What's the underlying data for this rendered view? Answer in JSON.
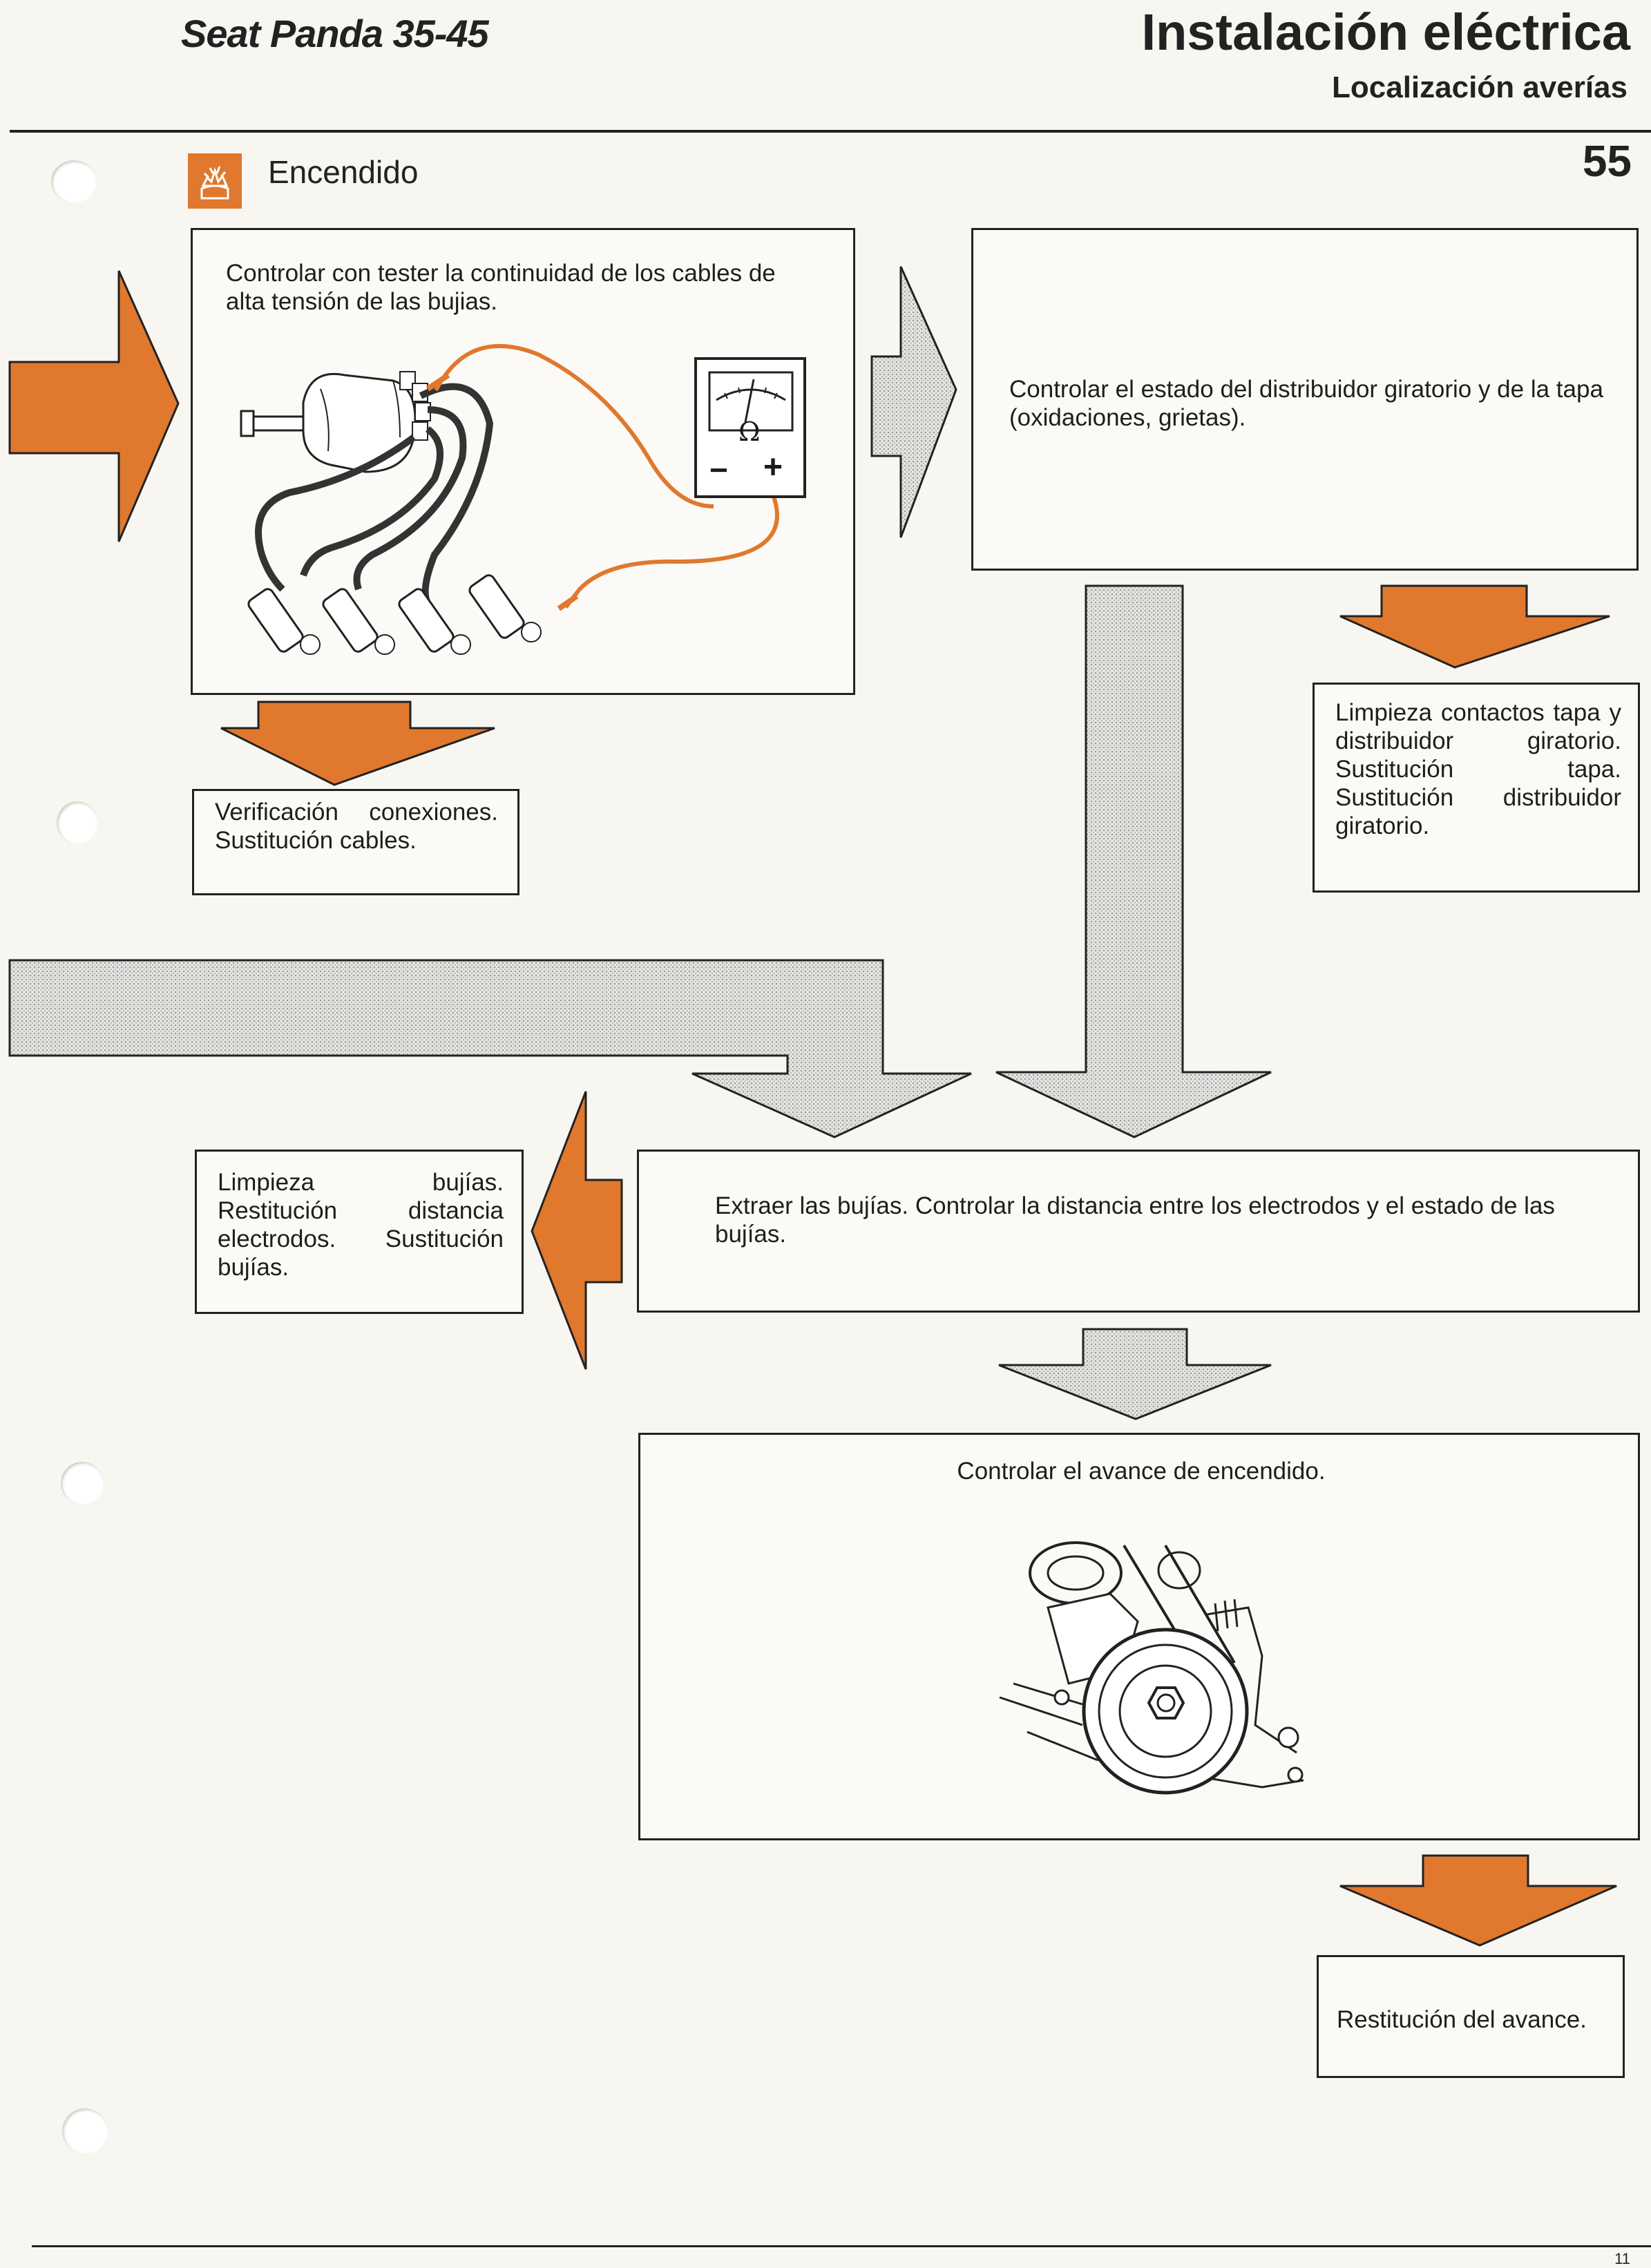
{
  "header": {
    "model": "Seat Panda 35-45",
    "title": "Instalación eléctrica",
    "subtitle": "Localización averías",
    "page_number": "55"
  },
  "section": {
    "title": "Encendido",
    "icon": "ignition-spark-icon"
  },
  "steps": {
    "check_cables": "Controlar con tester la continuidad de los cables de alta tensión de las bujias.",
    "check_cables_fix": "Verificación conexiones. Sustitución cables.",
    "check_distributor": "Controlar el estado del distribuidor giratorio y de la tapa (oxidaciones, grietas).",
    "check_distributor_fix": "Limpieza contactos tapa y distribuidor giratorio. Sustitución tapa. Sustitución distribuidor giratorio.",
    "check_plugs": "Extraer las bujías. Controlar la distancia entre los electrodos y el estado de las bujías.",
    "check_plugs_fix": "Limpieza bujías. Restitución distancia electrodos. Sustitución bujías.",
    "check_advance": "Controlar el avance de encendido.",
    "check_advance_fix": "Restitución del avance."
  },
  "tester": {
    "symbol": "Ω",
    "minus": "−",
    "plus": "+"
  },
  "footer": {
    "sheet_number": "11"
  },
  "colors": {
    "accent": "#e0782e",
    "line": "#222222",
    "gray_arrow": "#d2d2d2"
  }
}
